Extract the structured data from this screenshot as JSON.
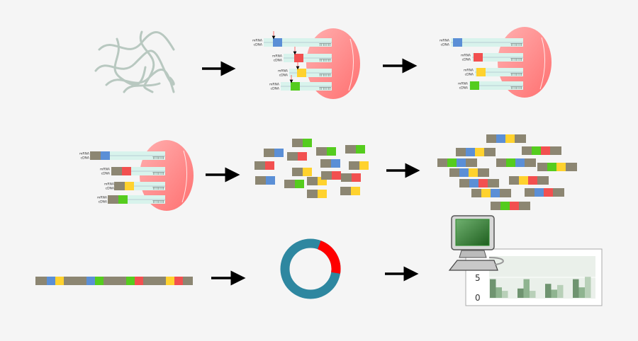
{
  "colors": {
    "blue": "#5b8fd6",
    "red": "#f25050",
    "yellow": "#ffd22e",
    "green": "#55cc1e",
    "linker": "#8c8672",
    "bead": "#ff8a8a",
    "strand_band": "#d8f3ec",
    "donut_main": "#2e87a0",
    "donut_highlight": "#ff0000",
    "arrow": "#000000",
    "bar_dark": "#6f9470",
    "bar_mid": "#8fb490",
    "bar_light": "#b8d0b8"
  },
  "labels": {
    "mrna": "mRNA",
    "cdna": "cDNA",
    "polyt": "TTTTTTT"
  },
  "capture_rows": [
    "blue",
    "red",
    "yellow",
    "green"
  ],
  "fragments_small": [
    [
      "green"
    ],
    [
      "blue"
    ],
    [
      "green"
    ],
    [
      "green"
    ],
    [
      "red"
    ],
    [
      "red"
    ],
    [
      "blue"
    ],
    [
      "yellow"
    ],
    [
      "yellow"
    ],
    [
      "blue"
    ],
    [
      "green"
    ],
    [
      "red"
    ],
    [
      "yellow"
    ],
    [
      "yellow"
    ],
    [
      "yellow"
    ],
    [
      "red"
    ]
  ],
  "fragments_long": [
    [
      "blue",
      "yellow"
    ],
    [
      "blue",
      "yellow"
    ],
    [
      "green",
      "red"
    ],
    [
      "green",
      "blue"
    ],
    [
      "green",
      "blue"
    ],
    [
      "blue",
      "yellow"
    ],
    [
      "green",
      "yellow"
    ],
    [
      "blue",
      "red"
    ],
    [
      "yellow",
      "red"
    ],
    [
      "yellow",
      "blue"
    ],
    [
      "blue",
      "red"
    ],
    [
      "green",
      "red"
    ],
    [
      "blue",
      "yellow"
    ],
    [
      "blue",
      "red"
    ]
  ],
  "sequence_strand": [
    "blue",
    "yellow",
    "blue",
    "green",
    "green",
    "red",
    "yellow",
    "red"
  ],
  "donut_fraction_highlighted": 0.22,
  "chart": {
    "yticks": [
      "0",
      "5"
    ],
    "groups": [
      [
        8,
        4.5,
        3
      ],
      [
        4,
        8,
        3
      ],
      [
        6,
        3.5,
        5.5
      ],
      [
        8,
        4.5,
        9
      ]
    ]
  }
}
